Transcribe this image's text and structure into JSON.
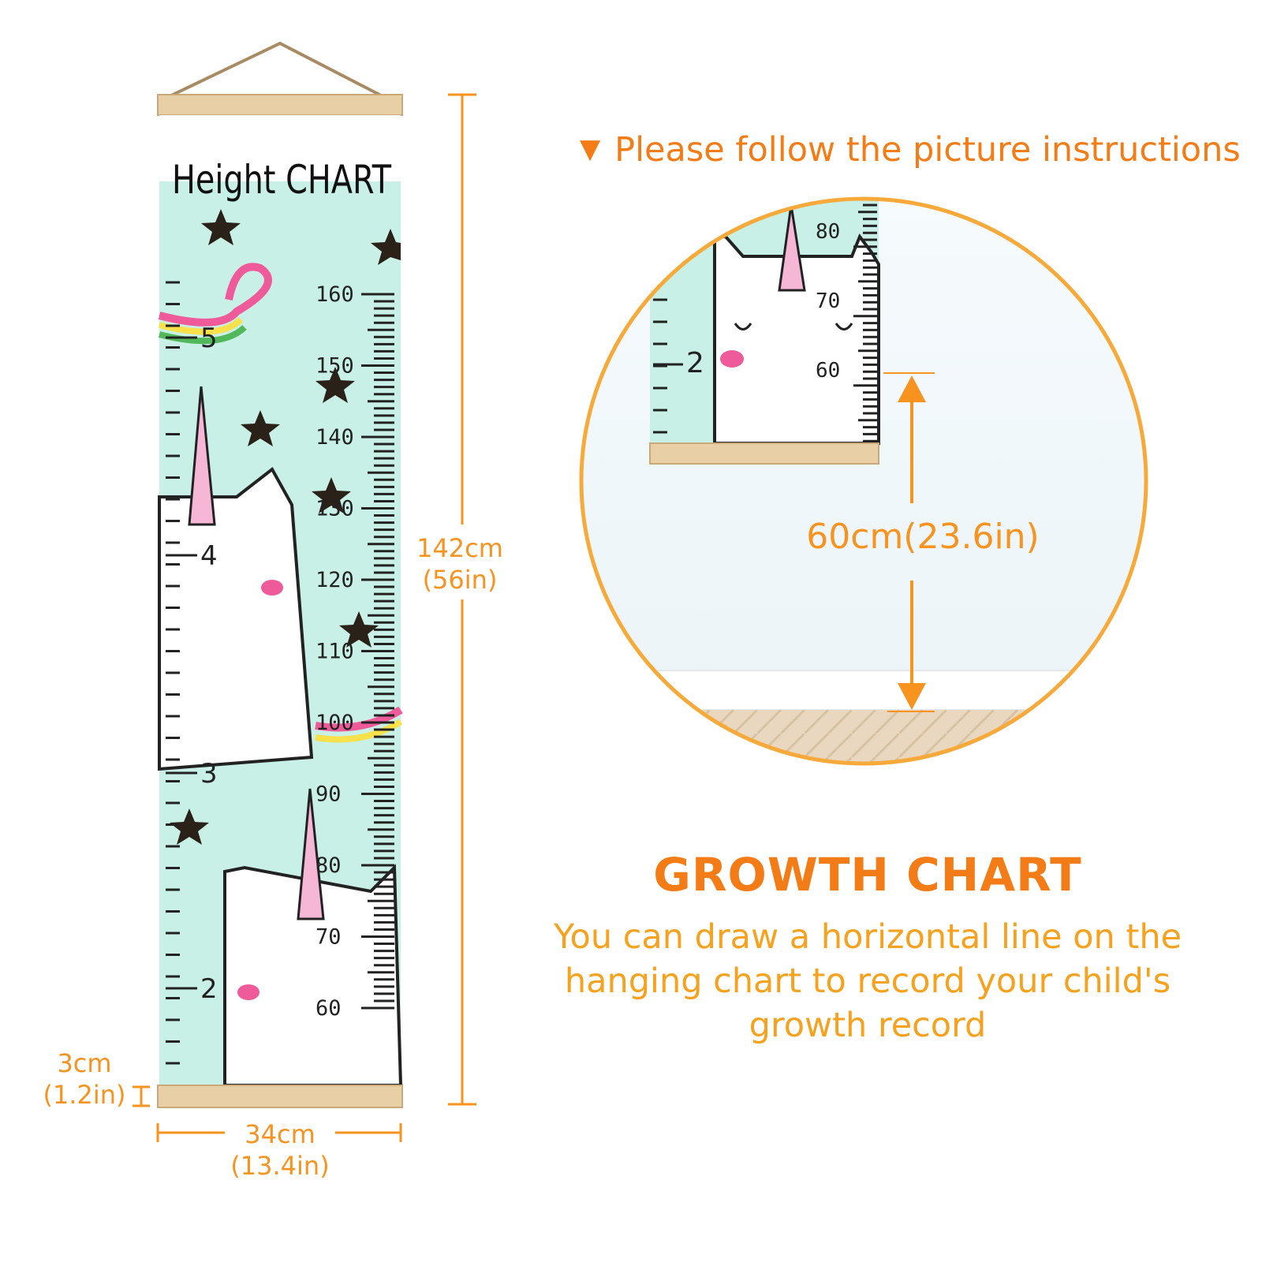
{
  "banner": {
    "title_text": "Height CHART",
    "cm_marks": [
      "160",
      "150",
      "140",
      "130",
      "120",
      "110",
      "100",
      "90",
      "80",
      "70",
      "60"
    ],
    "ft_marks": [
      "5",
      "4",
      "3",
      "2"
    ]
  },
  "dimensions": {
    "height_cm": "142cm",
    "height_in": "(56in)",
    "width_cm": "34cm",
    "width_in": "(13.4in)",
    "bar_cm": "3cm",
    "bar_in": "(1.2in)"
  },
  "instructions": {
    "arrow_glyph": "▼",
    "text": "Please follow the picture instructions"
  },
  "zoom": {
    "cm_marks": [
      "80",
      "70",
      "60"
    ],
    "ft_mark": "2",
    "mount_height": "60cm(23.6in)"
  },
  "growth": {
    "title": "GROWTH CHART",
    "description": "You can draw a horizontal line on the hanging chart to record your child's growth record"
  },
  "colors": {
    "accent": "#f7931e",
    "mint": "#c8f0e6",
    "wood": "#e8cfa6"
  }
}
